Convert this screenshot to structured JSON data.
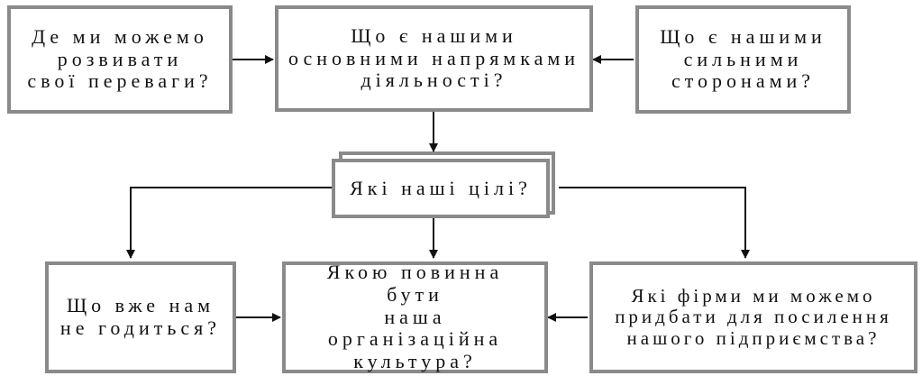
{
  "nodes": {
    "develop_advantages": "Де ми можемо\nрозвивати\nсвої переваги?",
    "main_directions": "Що є нашими\nосновними напрямками\nдіяльності?",
    "strengths": "Що є нашими\nсильними\nсторонами?",
    "goals": "Які наші цілі?",
    "no_longer_fits": "Що вже нам\nне годиться?",
    "org_culture": "Якою повинна бути\nнаша організаційна\nкультура?",
    "firms_to_acquire": "Які фірми ми можемо\nпридбати для посилення\nнашого підприємства?"
  },
  "colors": {
    "box_border": "#8a8a8a",
    "arrow": "#111111",
    "text": "#111111"
  }
}
